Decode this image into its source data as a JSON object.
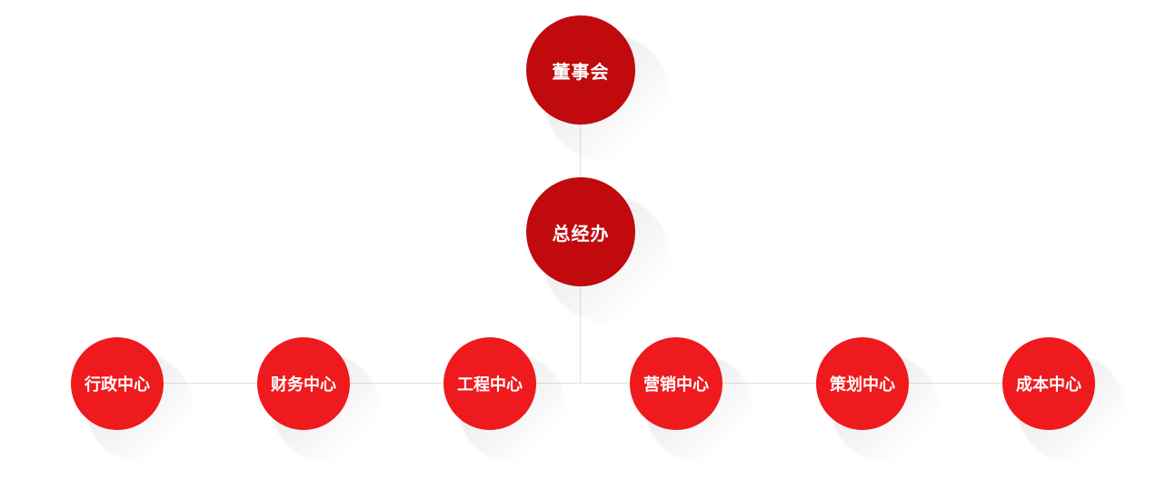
{
  "org": {
    "board": "董事会",
    "gm_office": "总经办",
    "departments": [
      "行政中心",
      "财务中心",
      "工程中心",
      "营销中心",
      "策划中心",
      "成本中心"
    ]
  },
  "colors": {
    "top_node": "#c00a0e",
    "dept_node": "#ee1a1d",
    "connector": "#e2e2e2"
  }
}
